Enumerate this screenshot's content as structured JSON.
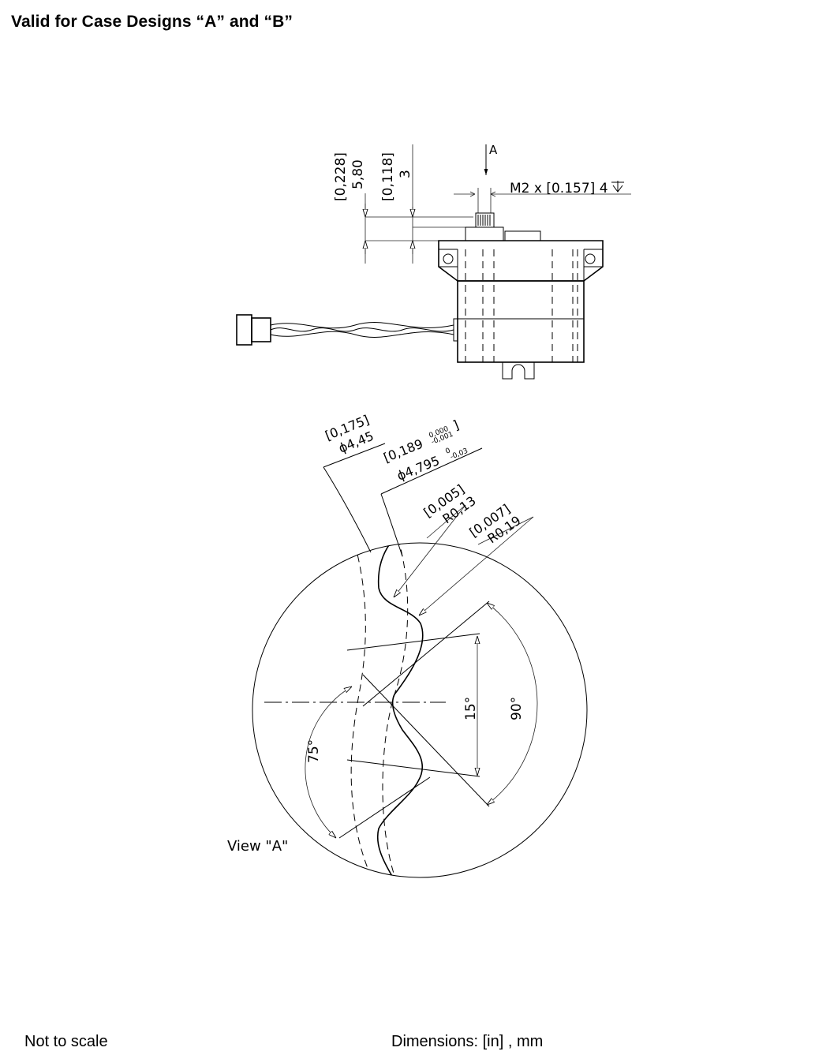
{
  "header": {
    "title": "Valid for Case Designs “A” and “B”"
  },
  "side_view": {
    "view_marker": "A",
    "thread_callout": "M2 x [0.157] 4",
    "dim_height_in": "[0,228]",
    "dim_height_mm": "5,80",
    "dim_step_in": "[0,118]",
    "dim_step_mm": "3"
  },
  "detail_view": {
    "label": "View \"A\"",
    "root_dia_in": "[0,175]",
    "root_dia_mm": "ϕ4,45",
    "outer_dia_in": "[0,189",
    "outer_dia_in_tol_upper": "0,000",
    "outer_dia_in_tol_lower": "-0,001",
    "outer_dia_in_close": "]",
    "outer_dia_mm": "ϕ4,795",
    "outer_dia_mm_tol_upper": "0",
    "outer_dia_mm_tol_lower": "-0,03",
    "root_radius_in": "[0,005]",
    "root_radius_mm": "R0,13",
    "tip_radius_in": "[0,007]",
    "tip_radius_mm": "R0,19",
    "angle_15": "15°",
    "angle_90": "90°",
    "angle_75": "75°"
  },
  "footer": {
    "scale_note": "Not to scale",
    "units_note": "Dimensions: [in] , mm"
  }
}
